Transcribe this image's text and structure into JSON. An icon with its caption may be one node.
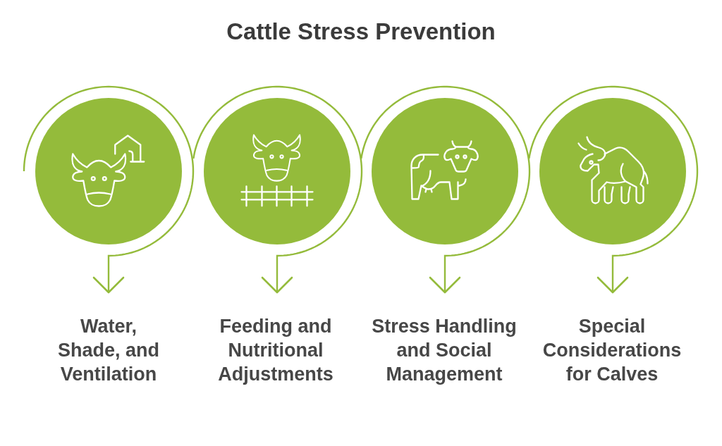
{
  "diagram": {
    "title": "Cattle Stress Prevention",
    "nodes": [
      {
        "text": [],
        "shape": "circle"
      },
      {
        "text": [],
        "shape": "circle"
      },
      {
        "text": [],
        "shape": "circle"
      },
      {
        "text": [],
        "shape": "circle"
      },
      {
        "text": [
          "Water, Shade, and Ventilation"
        ]
      },
      {
        "text": [
          "Feeding and Nutritional Adjustments"
        ]
      },
      {
        "text": [
          "Stress Handling and Social Management"
        ]
      },
      {
        "text": [
          "Special Considerations for Calves"
        ]
      }
    ],
    "edges": [
      {
        "from": 0,
        "to": 4,
        "arrow": "to"
      },
      {
        "from": 1,
        "to": 5,
        "arrow": "to"
      },
      {
        "from": 2,
        "to": 6,
        "arrow": "to"
      },
      {
        "from": 3,
        "to": 7,
        "arrow": "to"
      }
    ]
  }
}
